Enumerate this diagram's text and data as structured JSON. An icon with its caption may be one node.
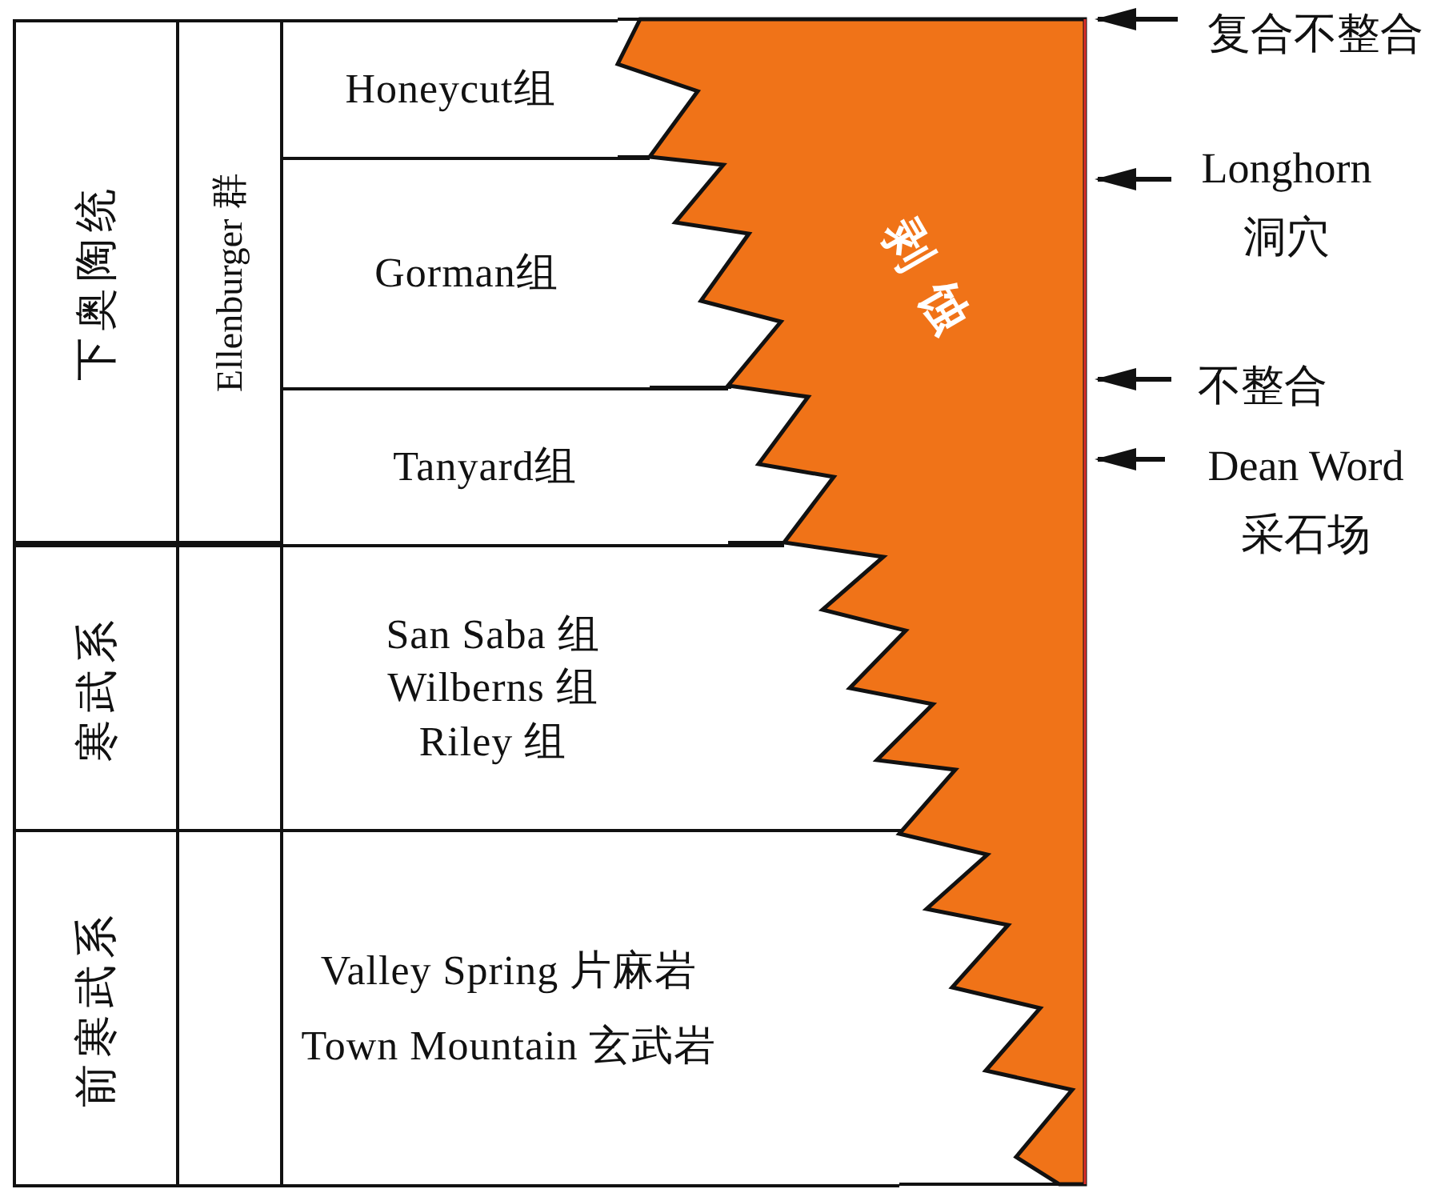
{
  "diagram": {
    "nodes": [
      {
        "text": [
          "下奥陶统"
        ]
      },
      {
        "text": [
          "Ellenburger 群"
        ]
      },
      {
        "text": [
          "Honeycut组"
        ]
      },
      {
        "text": [
          "Gorman组"
        ]
      },
      {
        "text": [
          "Tanyard组"
        ]
      },
      {
        "text": [
          "寒武系"
        ]
      },
      {
        "text": [],
        "shape": "box"
      },
      {
        "text": [
          "San Saba 组",
          "Wilberns 组",
          "Riley 组"
        ]
      },
      {
        "text": [
          "前寒武系"
        ]
      },
      {
        "text": [],
        "shape": "box"
      },
      {
        "text": [
          "Valley Spring 片麻岩",
          "Town Mountain 玄武岩"
        ]
      },
      {
        "text": [
          "剥蚀"
        ]
      },
      {
        "text": [
          "复合不整合"
        ]
      },
      {
        "text": [
          "Longhorn 洞穴"
        ]
      },
      {
        "text": [
          "不整合"
        ]
      },
      {
        "text": [
          "Dean Word 采石场"
        ]
      }
    ],
    "edges": [
      {
        "from": 12,
        "to": 11,
        "arrow": "to"
      },
      {
        "from": 13,
        "to": 11,
        "arrow": "to"
      },
      {
        "from": 14,
        "to": 11,
        "arrow": "to"
      },
      {
        "from": 15,
        "to": 11,
        "arrow": "to"
      }
    ]
  }
}
